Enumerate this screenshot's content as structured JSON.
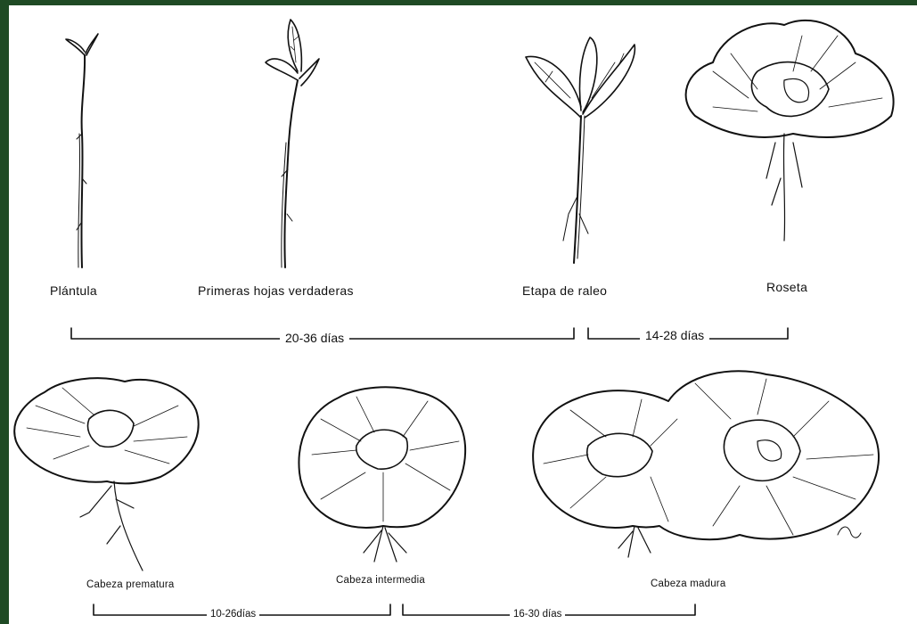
{
  "stages": [
    {
      "id": "plantula",
      "label": "Plántula"
    },
    {
      "id": "primeras-hojas",
      "label": "Primeras hojas verdaderas"
    },
    {
      "id": "raleo",
      "label": "Etapa de raleo"
    },
    {
      "id": "roseta",
      "label": "Roseta"
    },
    {
      "id": "prematura",
      "label": "Cabeza prematura"
    },
    {
      "id": "intermedia",
      "label": "Cabeza intermedia"
    },
    {
      "id": "madura",
      "label": "Cabeza madura"
    }
  ],
  "durations": [
    {
      "id": "d1",
      "label": "20-36 días"
    },
    {
      "id": "d2",
      "label": "14-28 días"
    },
    {
      "id": "d3",
      "label": "10-26días"
    },
    {
      "id": "d4",
      "label": "16-30 días"
    }
  ],
  "colors": {
    "frame": "#1f4a24",
    "ink": "#111111"
  }
}
